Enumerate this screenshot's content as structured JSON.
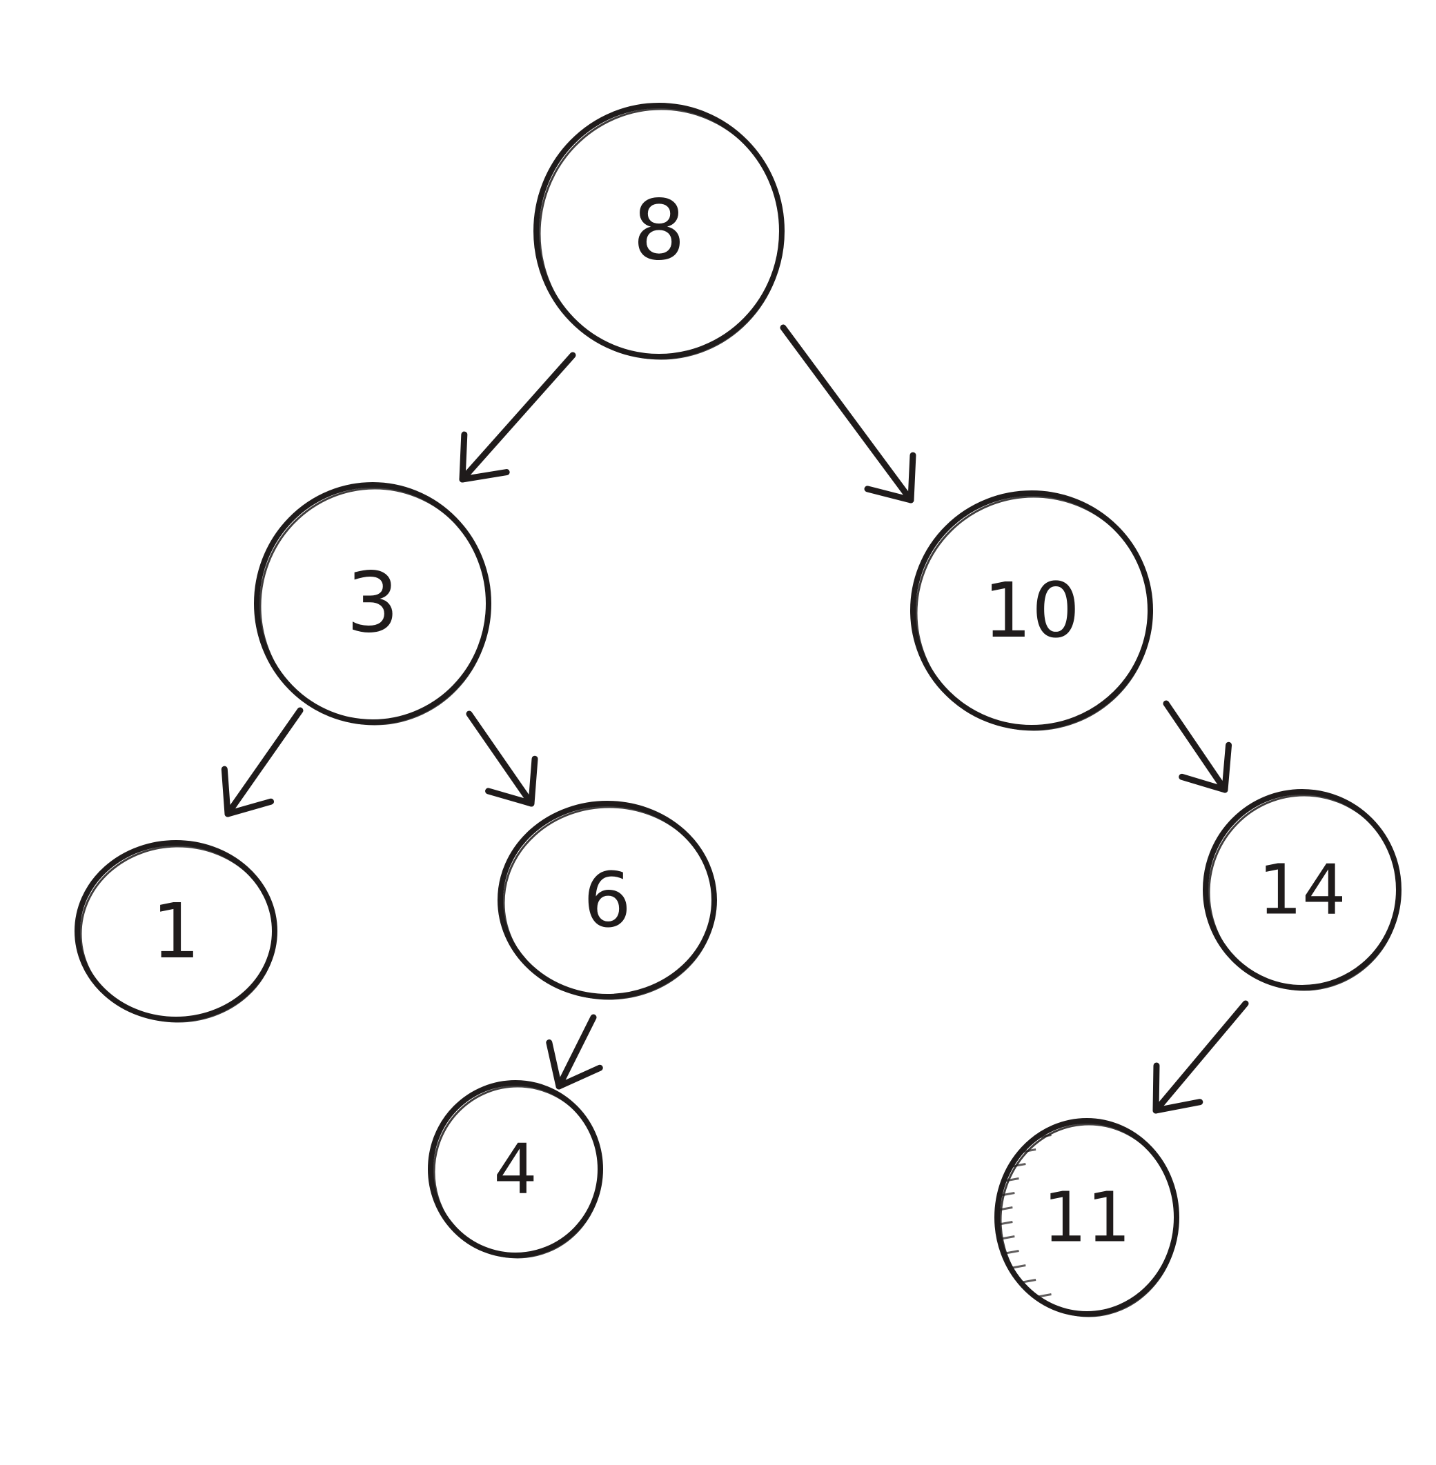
{
  "diagram": {
    "type": "binary-search-tree",
    "colors": {
      "ink": "#1f1b1b",
      "paper": "#ffffff"
    },
    "nodes": [
      {
        "id": "n8",
        "label": "8"
      },
      {
        "id": "n3",
        "label": "3"
      },
      {
        "id": "n10",
        "label": "10"
      },
      {
        "id": "n1",
        "label": "1"
      },
      {
        "id": "n6",
        "label": "6"
      },
      {
        "id": "n14",
        "label": "14"
      },
      {
        "id": "n4",
        "label": "4"
      },
      {
        "id": "n11",
        "label": "11"
      }
    ],
    "edges": [
      {
        "from": "n8",
        "to": "n3"
      },
      {
        "from": "n8",
        "to": "n10"
      },
      {
        "from": "n3",
        "to": "n1"
      },
      {
        "from": "n3",
        "to": "n6"
      },
      {
        "from": "n10",
        "to": "n14"
      },
      {
        "from": "n6",
        "to": "n4"
      },
      {
        "from": "n14",
        "to": "n11"
      }
    ]
  }
}
